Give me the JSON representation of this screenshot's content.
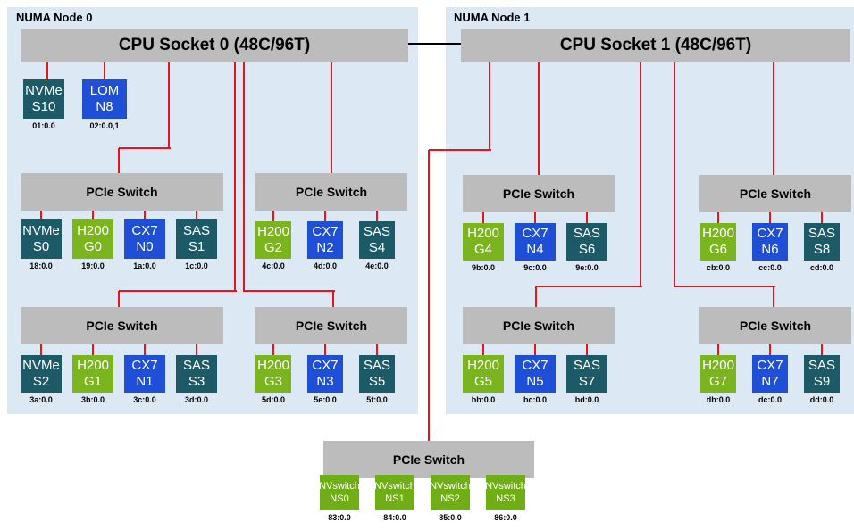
{
  "colors": {
    "numa_bg": "#dde8f5",
    "switch_bg": "#bcbcbc",
    "link": "#e8141c",
    "nvme": "#1c5a68",
    "sas": "#1c5a68",
    "gpu": "#7ab51d",
    "nic": "#1f4fd6",
    "nvswitch": "#6fae14"
  },
  "numa0": {
    "label": "NUMA Node 0",
    "cpu": "CPU Socket 0 (48C/96T)",
    "direct": [
      {
        "l1": "NVMe",
        "l2": "S10",
        "addr": "01:0.0",
        "kind": "nvme"
      },
      {
        "l1": "LOM",
        "l2": "N8",
        "addr": "02:0.0,1",
        "kind": "nic"
      }
    ],
    "switches": [
      {
        "label": "PCIe Switch",
        "devices": [
          {
            "l1": "NVMe",
            "l2": "S0",
            "addr": "18:0.0",
            "kind": "nvme"
          },
          {
            "l1": "H200",
            "l2": "G0",
            "addr": "19:0.0",
            "kind": "gpu"
          },
          {
            "l1": "CX7",
            "l2": "N0",
            "addr": "1a:0.0",
            "kind": "nic"
          },
          {
            "l1": "SAS",
            "l2": "S1",
            "addr": "1c:0.0",
            "kind": "sas"
          }
        ]
      },
      {
        "label": "PCIe Switch",
        "devices": [
          {
            "l1": "H200",
            "l2": "G2",
            "addr": "4c:0.0",
            "kind": "gpu"
          },
          {
            "l1": "CX7",
            "l2": "N2",
            "addr": "4d:0.0",
            "kind": "nic"
          },
          {
            "l1": "SAS",
            "l2": "S4",
            "addr": "4e:0.0",
            "kind": "sas"
          }
        ]
      },
      {
        "label": "PCIe Switch",
        "devices": [
          {
            "l1": "NVMe",
            "l2": "S2",
            "addr": "3a:0.0",
            "kind": "nvme"
          },
          {
            "l1": "H200",
            "l2": "G1",
            "addr": "3b:0.0",
            "kind": "gpu"
          },
          {
            "l1": "CX7",
            "l2": "N1",
            "addr": "3c:0.0",
            "kind": "nic"
          },
          {
            "l1": "SAS",
            "l2": "S3",
            "addr": "3d:0.0",
            "kind": "sas"
          }
        ]
      },
      {
        "label": "PCIe Switch",
        "devices": [
          {
            "l1": "H200",
            "l2": "G3",
            "addr": "5d:0.0",
            "kind": "gpu"
          },
          {
            "l1": "CX7",
            "l2": "N3",
            "addr": "5e:0.0",
            "kind": "nic"
          },
          {
            "l1": "SAS",
            "l2": "S5",
            "addr": "5f:0.0",
            "kind": "sas"
          }
        ]
      }
    ]
  },
  "numa1": {
    "label": "NUMA Node 1",
    "cpu": "CPU Socket 1 (48C/96T)",
    "switches": [
      {
        "label": "PCIe Switch",
        "devices": [
          {
            "l1": "H200",
            "l2": "G4",
            "addr": "9b:0.0",
            "kind": "gpu"
          },
          {
            "l1": "CX7",
            "l2": "N4",
            "addr": "9c:0.0",
            "kind": "nic"
          },
          {
            "l1": "SAS",
            "l2": "S6",
            "addr": "9e:0.0",
            "kind": "sas"
          }
        ]
      },
      {
        "label": "PCIe Switch",
        "devices": [
          {
            "l1": "H200",
            "l2": "G6",
            "addr": "cb:0.0",
            "kind": "gpu"
          },
          {
            "l1": "CX7",
            "l2": "N6",
            "addr": "cc:0.0",
            "kind": "nic"
          },
          {
            "l1": "SAS",
            "l2": "S8",
            "addr": "cd:0.0",
            "kind": "sas"
          }
        ]
      },
      {
        "label": "PCIe Switch",
        "devices": [
          {
            "l1": "H200",
            "l2": "G5",
            "addr": "bb:0.0",
            "kind": "gpu"
          },
          {
            "l1": "CX7",
            "l2": "N5",
            "addr": "bc:0.0",
            "kind": "nic"
          },
          {
            "l1": "SAS",
            "l2": "S7",
            "addr": "bd:0.0",
            "kind": "sas"
          }
        ]
      },
      {
        "label": "PCIe Switch",
        "devices": [
          {
            "l1": "H200",
            "l2": "G7",
            "addr": "db:0.0",
            "kind": "gpu"
          },
          {
            "l1": "CX7",
            "l2": "N7",
            "addr": "dc:0.0",
            "kind": "nic"
          },
          {
            "l1": "SAS",
            "l2": "S9",
            "addr": "dd:0.0",
            "kind": "sas"
          }
        ]
      }
    ]
  },
  "nvswitch_group": {
    "label": "PCIe Switch",
    "devices": [
      {
        "l1": "NVswitch",
        "l2": "NS0",
        "addr": "83:0.0",
        "kind": "nvswitch"
      },
      {
        "l1": "NVswitch",
        "l2": "NS1",
        "addr": "84:0.0",
        "kind": "nvswitch"
      },
      {
        "l1": "NVswitch",
        "l2": "NS2",
        "addr": "85:0.0",
        "kind": "nvswitch"
      },
      {
        "l1": "NVswitch",
        "l2": "NS3",
        "addr": "86:0.0",
        "kind": "nvswitch"
      }
    ]
  }
}
